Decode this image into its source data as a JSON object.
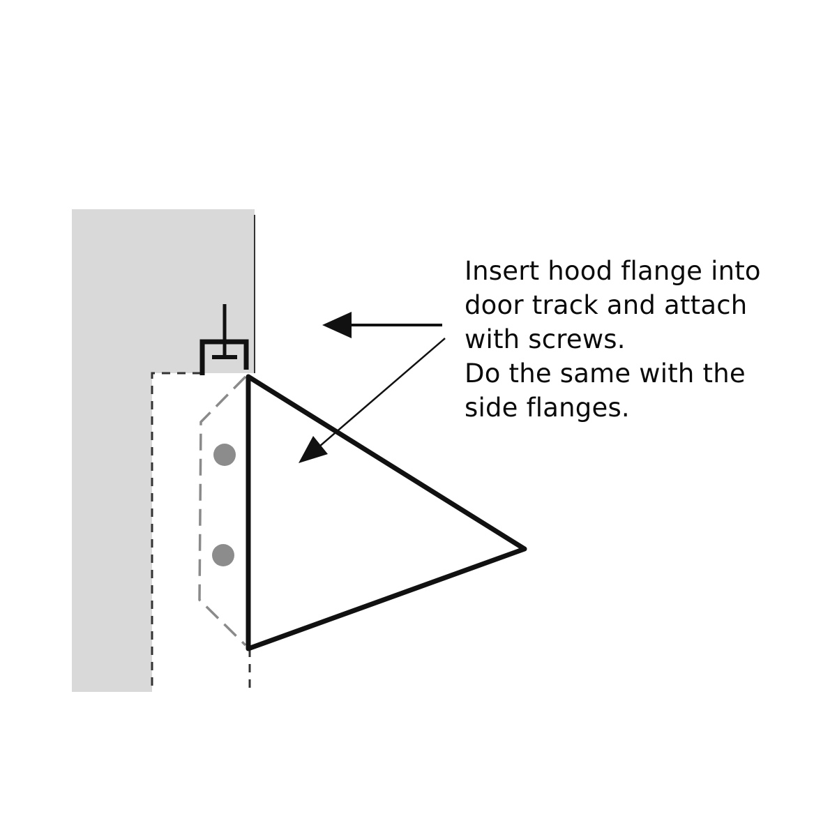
{
  "instructions": {
    "lines": [
      "Insert hood flange into",
      "door track and attach",
      "with screws.",
      "Do the same with the",
      "side flanges."
    ]
  },
  "colors": {
    "background": "#ffffff",
    "wall": "#d9d9d9",
    "stroke": "#111111",
    "dashed_outline": "#8a8a8a",
    "screw_holes": "#8c8c8c",
    "text": "#0a0a0a"
  },
  "icons": {
    "pointer_arrows": "arrow-icon",
    "screw": "screw-icon"
  }
}
